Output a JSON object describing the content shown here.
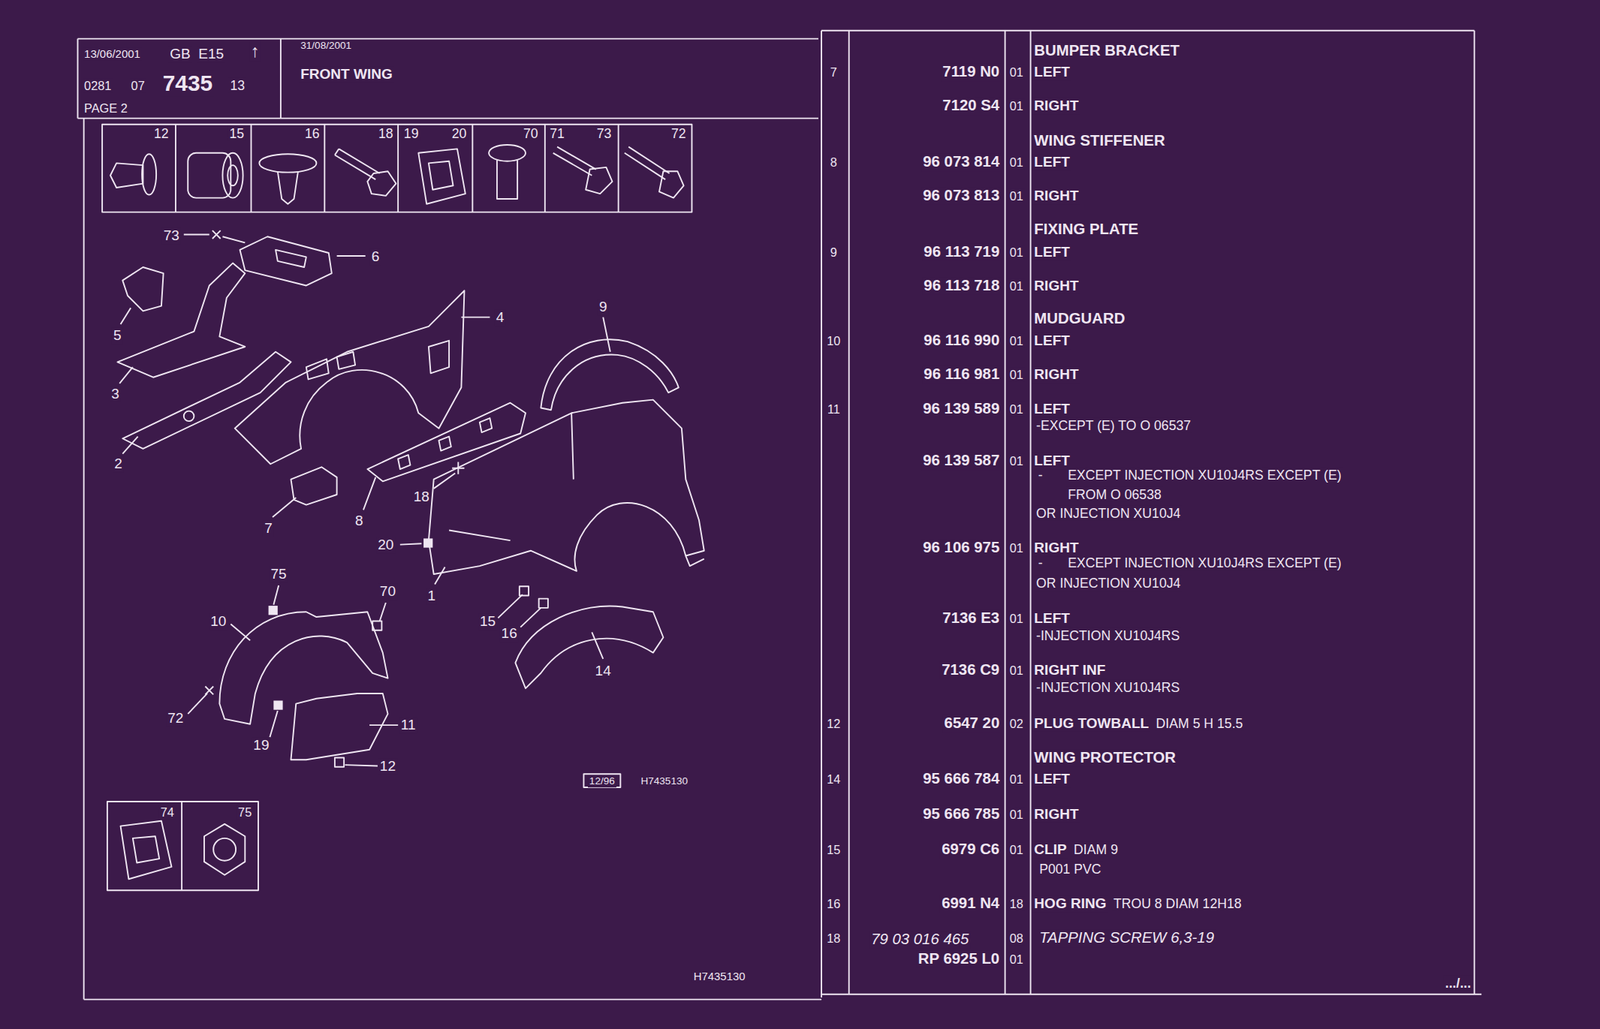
{
  "diagram": {
    "title": "FRONT WING",
    "labels": [
      "13/06/2001",
      "GB",
      "E15",
      "↑",
      "31/08/2001",
      "0281",
      "07",
      "7435",
      "13",
      "PAGE 2",
      "12",
      "15",
      "16",
      "18",
      "19",
      "20",
      "70",
      "71",
      "73",
      "72",
      "73",
      "6",
      "5",
      "3",
      "4",
      "9",
      "2",
      "7",
      "8",
      "18",
      "20",
      "1",
      "75",
      "70",
      "10",
      "15",
      "16",
      "14",
      "72",
      "19",
      "11",
      "12",
      "12/96",
      "H7435130",
      "74",
      "75",
      "H7435130",
      "BUMPER BRACKET",
      "7",
      "7119 N0",
      "01",
      "LEFT",
      "7120 S4",
      "01",
      "RIGHT",
      "WING STIFFENER",
      "8",
      "96 073 814",
      "01",
      "LEFT",
      "96 073 813",
      "01",
      "RIGHT",
      "FIXING PLATE",
      "9",
      "96 113 719",
      "01",
      "LEFT",
      "96 113 718",
      "01",
      "RIGHT",
      "MUDGUARD",
      "10",
      "96 116 990",
      "01",
      "LEFT",
      "96 116 981",
      "01",
      "RIGHT",
      "11",
      "96 139 589",
      "01",
      "LEFT",
      "-EXCEPT (E) TO O 06537",
      "96 139 587",
      "01",
      "LEFT",
      "-",
      "EXCEPT INJECTION XU10J4RS EXCEPT (E)",
      "FROM O 06538",
      "OR INJECTION XU10J4",
      "96 106 975",
      "01",
      "RIGHT",
      "-",
      "EXCEPT INJECTION XU10J4RS EXCEPT (E)",
      "OR INJECTION XU10J4",
      "7136 E3",
      "01",
      "LEFT",
      "-INJECTION XU10J4RS",
      "7136 C9",
      "01",
      "RIGHT INF",
      "-INJECTION XU10J4RS",
      "12",
      "6547 20",
      "02",
      "PLUG TOWBALL",
      "DIAM 5 H 15.5",
      "WING PROTECTOR",
      "14",
      "95 666 784",
      "01",
      "LEFT",
      "95 666 785",
      "01",
      "RIGHT",
      "15",
      "6979 C6",
      "01",
      "CLIP",
      "DIAM 9",
      "P001 PVC",
      "16",
      "6991 N4",
      "18",
      "HOG RING",
      "TROU 8 DIAM 12H18",
      "18",
      "79 03 016 465",
      "08",
      "TAPPING SCREW 6,3-19",
      "RP 6925 L0",
      "01",
      ".../..."
    ]
  }
}
